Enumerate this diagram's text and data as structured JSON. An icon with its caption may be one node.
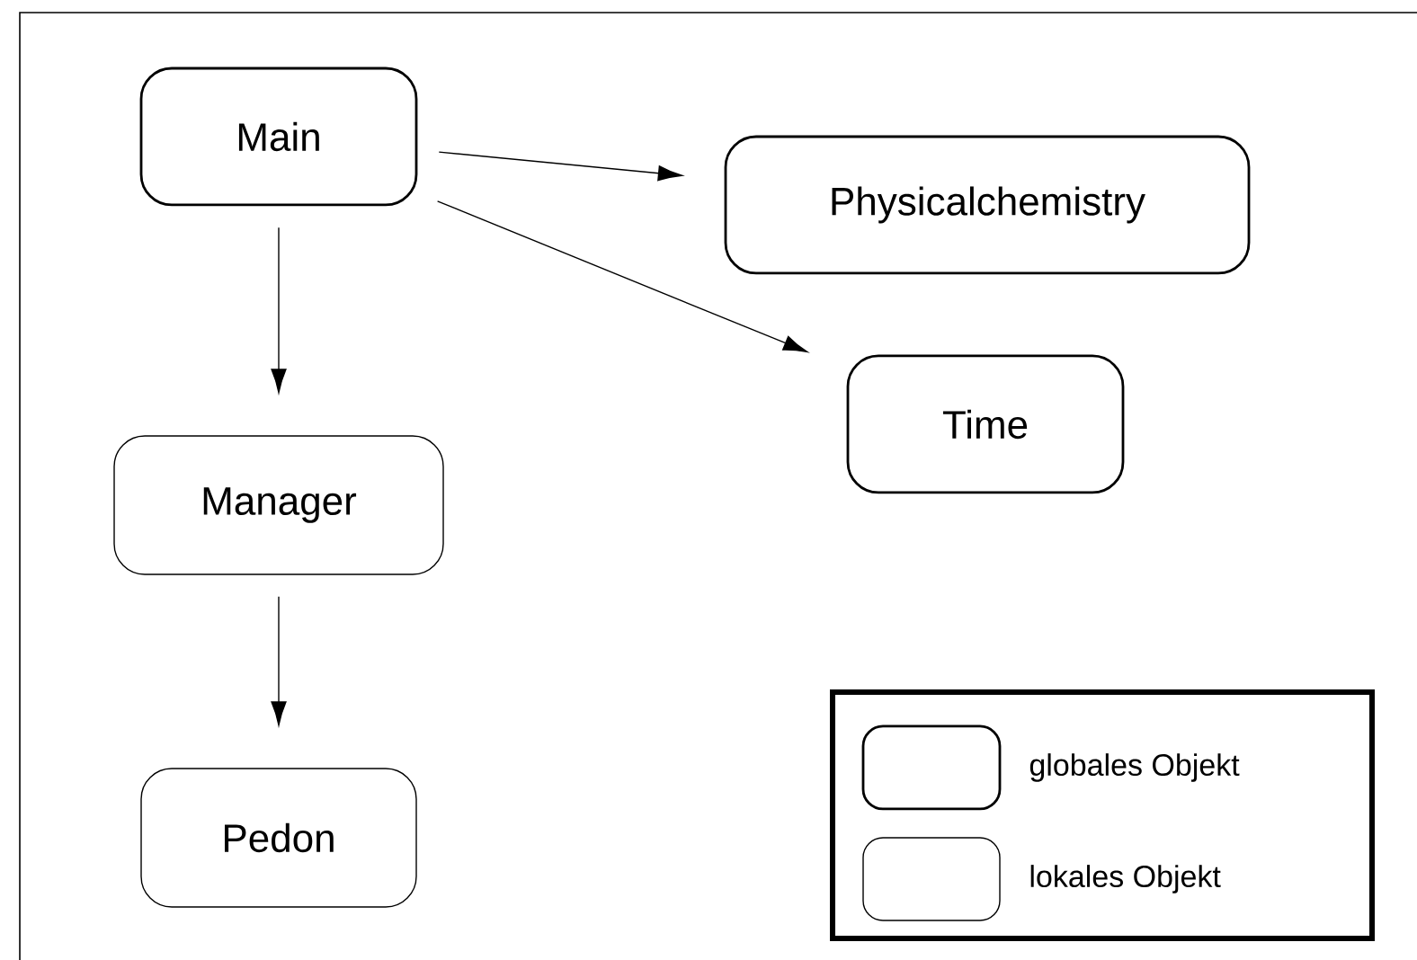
{
  "diagram": {
    "nodes": [
      {
        "text": [
          "Main"
        ]
      },
      {
        "text": [
          "Physicalchemistry"
        ]
      },
      {
        "text": [
          "Time"
        ]
      },
      {
        "text": [
          "Manager"
        ]
      },
      {
        "text": [
          "Pedon"
        ]
      }
    ],
    "edges": [
      {
        "from": 0,
        "to": 1,
        "arrow": "to"
      },
      {
        "from": 0,
        "to": 2,
        "arrow": "to"
      },
      {
        "from": 0,
        "to": 3,
        "arrow": "to"
      },
      {
        "from": 3,
        "to": 4,
        "arrow": "to"
      }
    ],
    "legend": [
      {
        "text": "globales Objekt"
      },
      {
        "text": "lokales Objekt"
      }
    ]
  }
}
